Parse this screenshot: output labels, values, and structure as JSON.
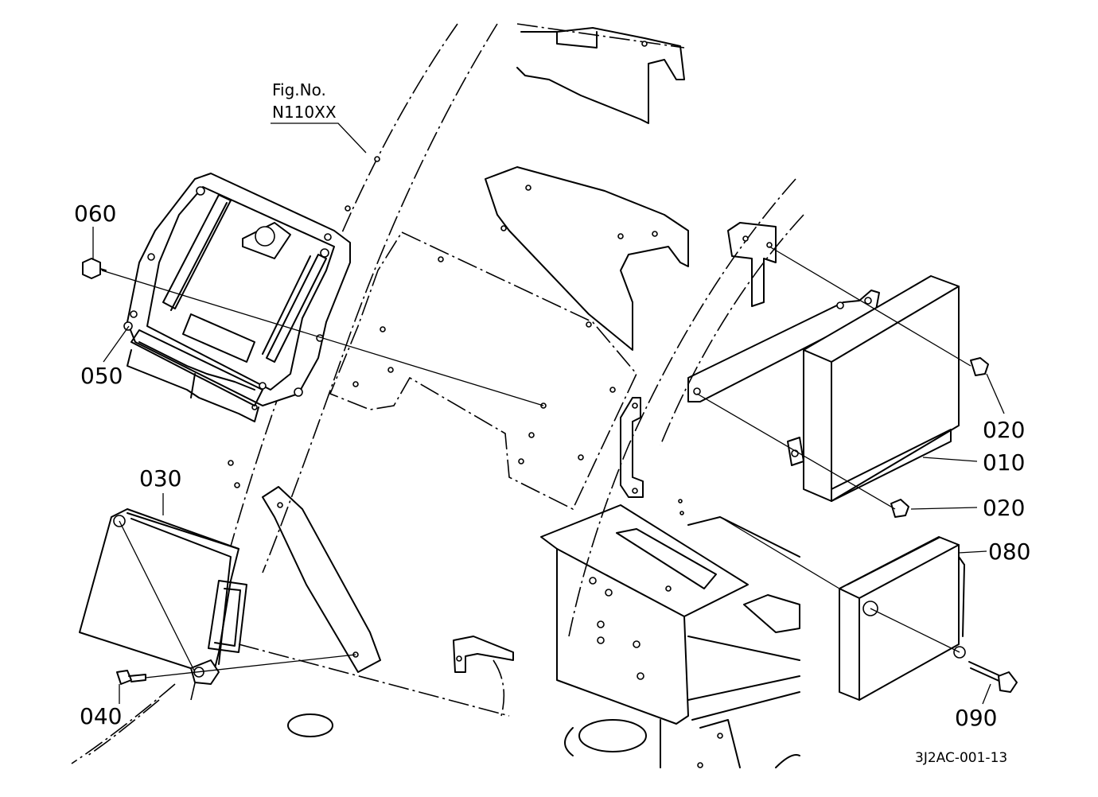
{
  "figure": {
    "label_line1": "Fig.No.",
    "label_line2": "N110XX",
    "drawing_code": "3J2AC-001-13"
  },
  "callouts": {
    "c010": "010",
    "c020a": "020",
    "c020b": "020",
    "c030": "030",
    "c040": "040",
    "c050": "050",
    "c060": "060",
    "c080": "080",
    "c090": "090"
  }
}
